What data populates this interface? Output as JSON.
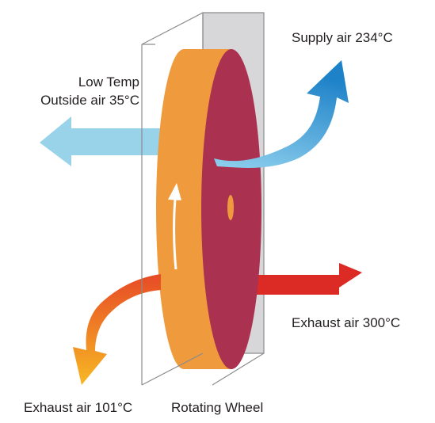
{
  "labels": {
    "outside_air_line1": "Low Temp",
    "outside_air_line2": "Outside air 35°C",
    "supply_air": "Supply air 234°C",
    "exhaust_air_hot": "Exhaust air 300°C",
    "exhaust_air_cool": "Exhaust air 101°C",
    "rotating_wheel": "Rotating Wheel"
  },
  "colors": {
    "wheel_rim": "#ef9a3d",
    "wheel_face": "#aa3150",
    "frame_fill": "#d7d7d9",
    "frame_line": "#8c8c8c",
    "outside_air_arrow": "#99d3ea",
    "supply_air_arrow_top": "#1e82c8",
    "supply_air_arrow_bottom": "#8fd0ee",
    "exhaust_hot_arrow": "#dc2a24",
    "exhaust_cool_arrow_top": "#e74a26",
    "exhaust_cool_arrow_bottom": "#f7b824",
    "rotation_arrow": "#ffffff"
  }
}
